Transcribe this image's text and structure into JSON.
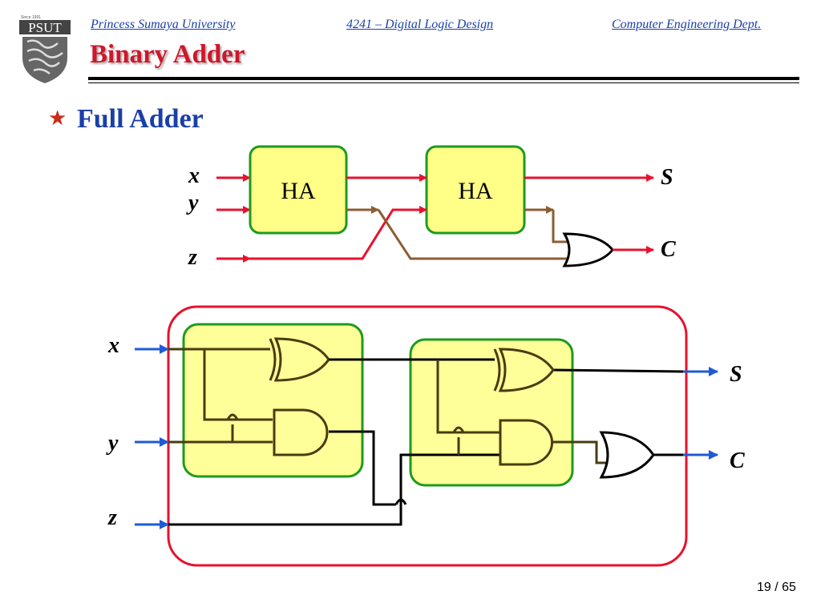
{
  "header": {
    "university": "Princess Sumaya University",
    "course": "4241 – Digital Logic Design",
    "department": "Computer Engineering Dept.",
    "logo_text": "PSUT",
    "logo_since": "Since 1991"
  },
  "slide": {
    "title": "Binary Adder",
    "bullet": "★",
    "subtitle": "Full Adder"
  },
  "block_diagram": {
    "blocks": [
      "HA",
      "HA"
    ],
    "inputs": [
      "x",
      "y",
      "z"
    ],
    "outputs": [
      "S",
      "C"
    ]
  },
  "gate_diagram": {
    "inputs": [
      "x",
      "y",
      "z"
    ],
    "outputs": [
      "S",
      "C"
    ]
  },
  "footer": {
    "page": "19 / 65"
  },
  "colors": {
    "header_blue": "#1b3fa8",
    "title_red": "#d0162a",
    "signal_red": "#e8112d",
    "feedback_brown": "#8b5e34",
    "block_fill": "#ffff88",
    "block_border": "#1e9a1e",
    "input_arrow_blue": "#1f5ad6",
    "gate_stroke": "#4a3b10"
  }
}
